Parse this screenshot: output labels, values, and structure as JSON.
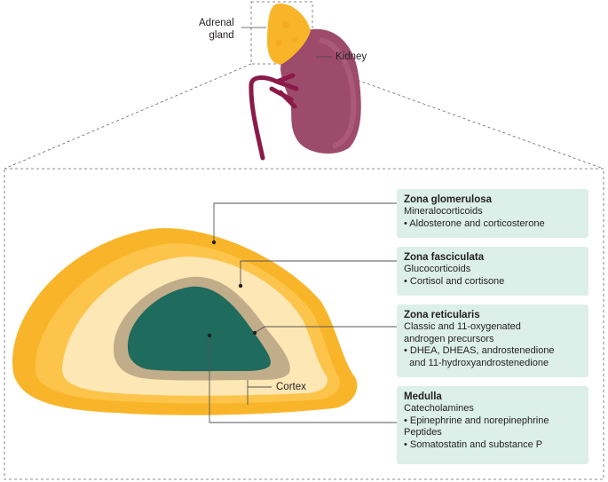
{
  "labels": {
    "adrenal_gland": [
      "Adrenal",
      "gland"
    ],
    "kidney": "Kidney",
    "cortex": "Cortex"
  },
  "zones": [
    {
      "title": "Zona glomerulosa",
      "lines": [
        "Mineralocorticoids",
        "• Aldosterone and corticosterone"
      ]
    },
    {
      "title": "Zona fasciculata",
      "lines": [
        "Glucocorticoids",
        "• Cortisol and cortisone"
      ]
    },
    {
      "title": "Zona reticularis",
      "lines": [
        "Classic and 11-oxygenated",
        "androgen precursors",
        "• DHEA, DHEAS, androstenedione",
        "  and 11-hydroxyandrostenedione"
      ]
    },
    {
      "title": "Medulla",
      "lines": [
        "Catecholamines",
        "• Epinephrine and norepinephrine",
        "Peptides",
        "• Somatostatin and substance P"
      ]
    }
  ],
  "colors": {
    "outer_cortex": "#f9b52a",
    "fasciculata": "#fde7b4",
    "reticularis": "#c2ad8a",
    "medulla": "#1f6b5d",
    "kidney": "#9d4b6b",
    "vessel": "#8b1a49",
    "box_fill": "#dcefe9"
  }
}
